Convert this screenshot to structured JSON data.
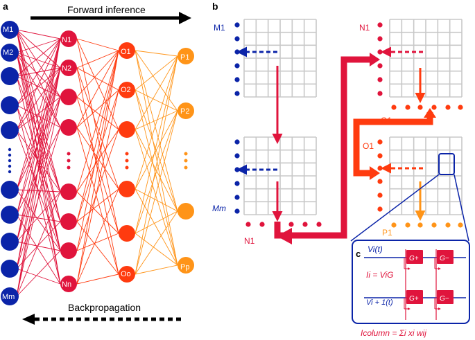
{
  "panel_a": {
    "panel_letter": "a",
    "forward_label": "Forward inference",
    "back_label": "Backpropagation",
    "layer_m": [
      "M1",
      "M2",
      "Mm"
    ],
    "layer_n": [
      "N1",
      "N2",
      "Nn"
    ],
    "layer_o": [
      "O1",
      "O2",
      "Oo"
    ],
    "layer_p": [
      "P1",
      "P2",
      "Pp"
    ],
    "colors": {
      "m": "#0b24a8",
      "n": "#e0143c",
      "o": "#ff3b0f",
      "p": "#ff9418"
    }
  },
  "panel_b": {
    "panel_letter": "b",
    "labels": {
      "m1": "M1",
      "mm": "Mm",
      "n1_top": "N1",
      "n1_bottom": "N1",
      "o1_top": "O1",
      "o1_mid": "O1",
      "p1": "P1"
    }
  },
  "panel_c": {
    "panel_letter": "c",
    "v_i": "Vi(t)",
    "v_i1": "Vi + 1(t)",
    "current_eq": "Ii = ViG",
    "g_plus": "G+",
    "g_minus": "G−",
    "column_eq": "Icolumn = Σi xi wij"
  }
}
